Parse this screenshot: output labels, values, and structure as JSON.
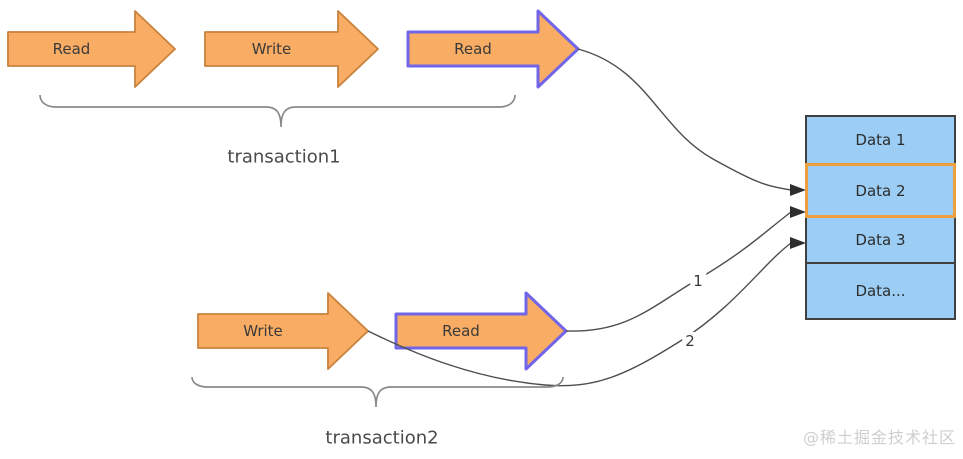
{
  "transaction1": {
    "label": "transaction1",
    "arrows": [
      {
        "label": "Read",
        "highlighted": false
      },
      {
        "label": "Write",
        "highlighted": false
      },
      {
        "label": "Read",
        "highlighted": true
      }
    ]
  },
  "transaction2": {
    "label": "transaction2",
    "arrows": [
      {
        "label": "Write",
        "highlighted": false
      },
      {
        "label": "Read",
        "highlighted": true
      }
    ]
  },
  "data_stack": {
    "cells": [
      {
        "label": "Data 1",
        "highlighted": false
      },
      {
        "label": "Data 2",
        "highlighted": true
      },
      {
        "label": "Data 3",
        "highlighted": false
      },
      {
        "label": "Data...",
        "highlighted": false
      }
    ]
  },
  "connector_labels": [
    "1",
    "2"
  ],
  "watermark": "@稀土掘金技术社区",
  "colors": {
    "arrow_fill": "#F9AC63",
    "arrow_border": "#C9823C",
    "highlight_border": "#7165E8",
    "cell_fill": "#9CCEF5",
    "cell_border": "#404040",
    "cell_highlight_border": "#ED9F3F",
    "connector_line": "#4d4d4d"
  }
}
